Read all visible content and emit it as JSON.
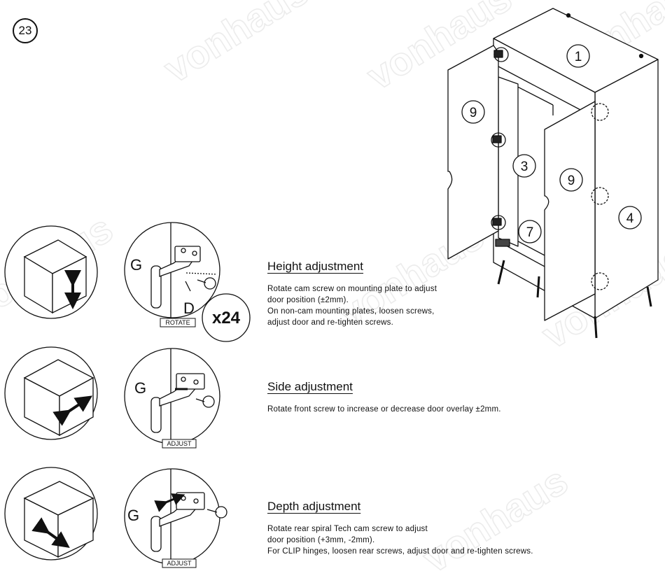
{
  "step_number": "23",
  "watermark": "vonhaus",
  "hardware": {
    "hinge_label": "G",
    "screw_label": "D",
    "quantity": "x24"
  },
  "diagram_parts": [
    "1",
    "9",
    "3",
    "9",
    "4",
    "7"
  ],
  "sections": [
    {
      "title": "Height adjustment",
      "tag": "ROTATE",
      "lines": [
        "Rotate cam screw on mounting plate to adjust",
        "door position (±2mm).",
        "On non-cam mounting plates, loosen screws,",
        "adjust door and re-tighten screws."
      ]
    },
    {
      "title": "Side adjustment",
      "tag": "ADJUST",
      "lines": [
        "Rotate front screw to increase or decrease door overlay ±2mm."
      ]
    },
    {
      "title": "Depth adjustment",
      "tag": "ADJUST",
      "lines": [
        "Rotate rear spiral Tech cam screw to adjust",
        "door position  (+3mm, -2mm).",
        "For CLIP hinges, loosen rear screws, adjust door and re-tighten screws."
      ]
    }
  ]
}
